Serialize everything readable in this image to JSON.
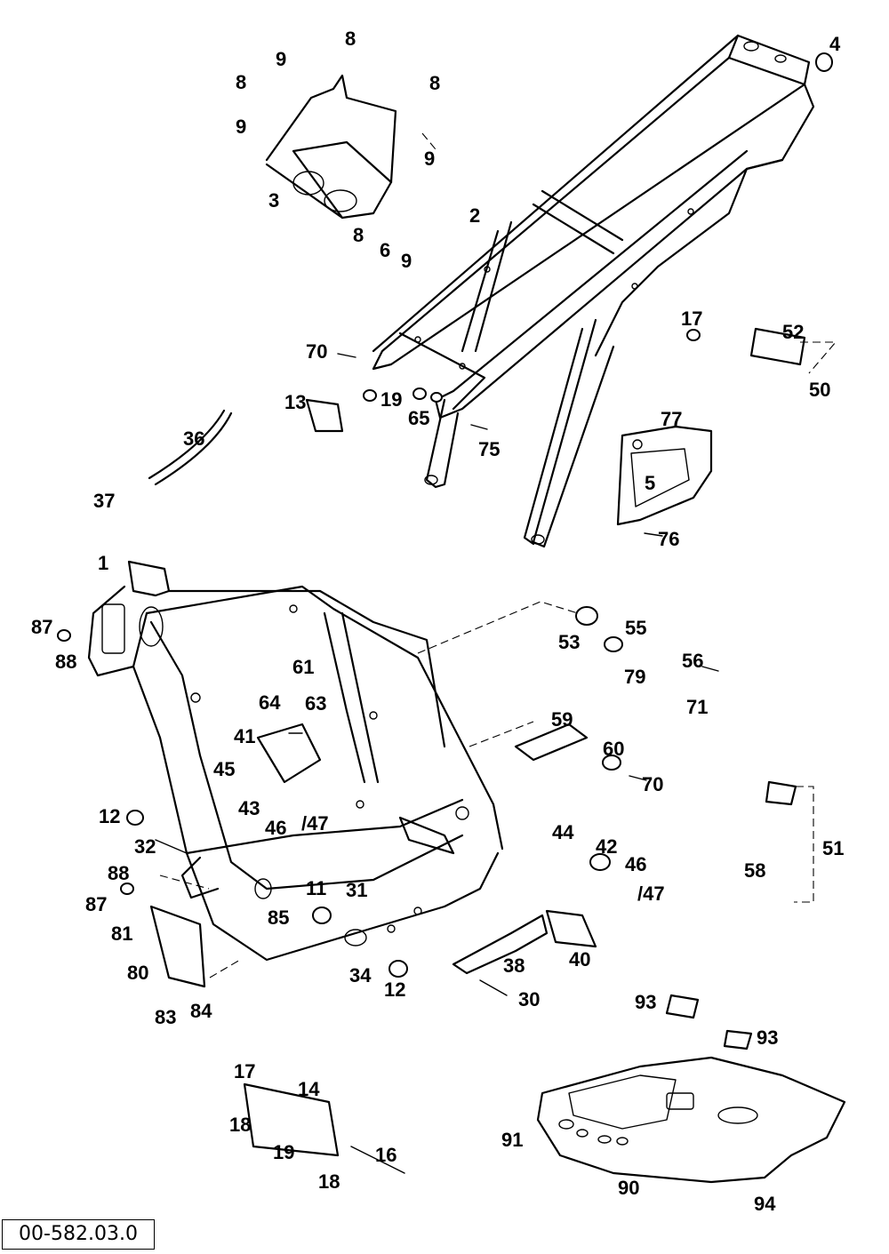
{
  "reference_number": "00-582.03.0",
  "callouts": {
    "c1": "1",
    "c2": "2",
    "c3": "3",
    "c4": "4",
    "c5": "5",
    "c6": "6",
    "c8a": "8",
    "c8b": "8",
    "c8c": "8",
    "c8d": "8",
    "c9a": "9",
    "c9b": "9",
    "c9c": "9",
    "c9d": "9",
    "c11": "11",
    "c12a": "12",
    "c12b": "12",
    "c13": "13",
    "c14": "14",
    "c16": "16",
    "c17a": "17",
    "c17b": "17",
    "c18a": "18",
    "c18b": "18",
    "c19a": "19",
    "c19b": "19",
    "c30": "30",
    "c31": "31",
    "c32": "32",
    "c34": "34",
    "c36": "36",
    "c37": "37",
    "c38": "38",
    "c40": "40",
    "c41": "41",
    "c42": "42",
    "c43": "43",
    "c44": "44",
    "c45": "45",
    "c46a": "46",
    "c46b": "46",
    "c47a": "/47",
    "c47b": "/47",
    "c50": "50",
    "c51": "51",
    "c52": "52",
    "c53": "53",
    "c55": "55",
    "c56": "56",
    "c58": "58",
    "c59": "59",
    "c60": "60",
    "c61": "61",
    "c63": "63",
    "c64": "64",
    "c65": "65",
    "c70a": "70",
    "c70b": "70",
    "c71": "71",
    "c75": "75",
    "c76": "76",
    "c77": "77",
    "c79": "79",
    "c80": "80",
    "c81": "81",
    "c83": "83",
    "c84": "84",
    "c85": "85",
    "c87a": "87",
    "c87b": "87",
    "c88a": "88",
    "c88b": "88",
    "c90": "90",
    "c91": "91",
    "c93a": "93",
    "c93b": "93",
    "c94": "94"
  }
}
